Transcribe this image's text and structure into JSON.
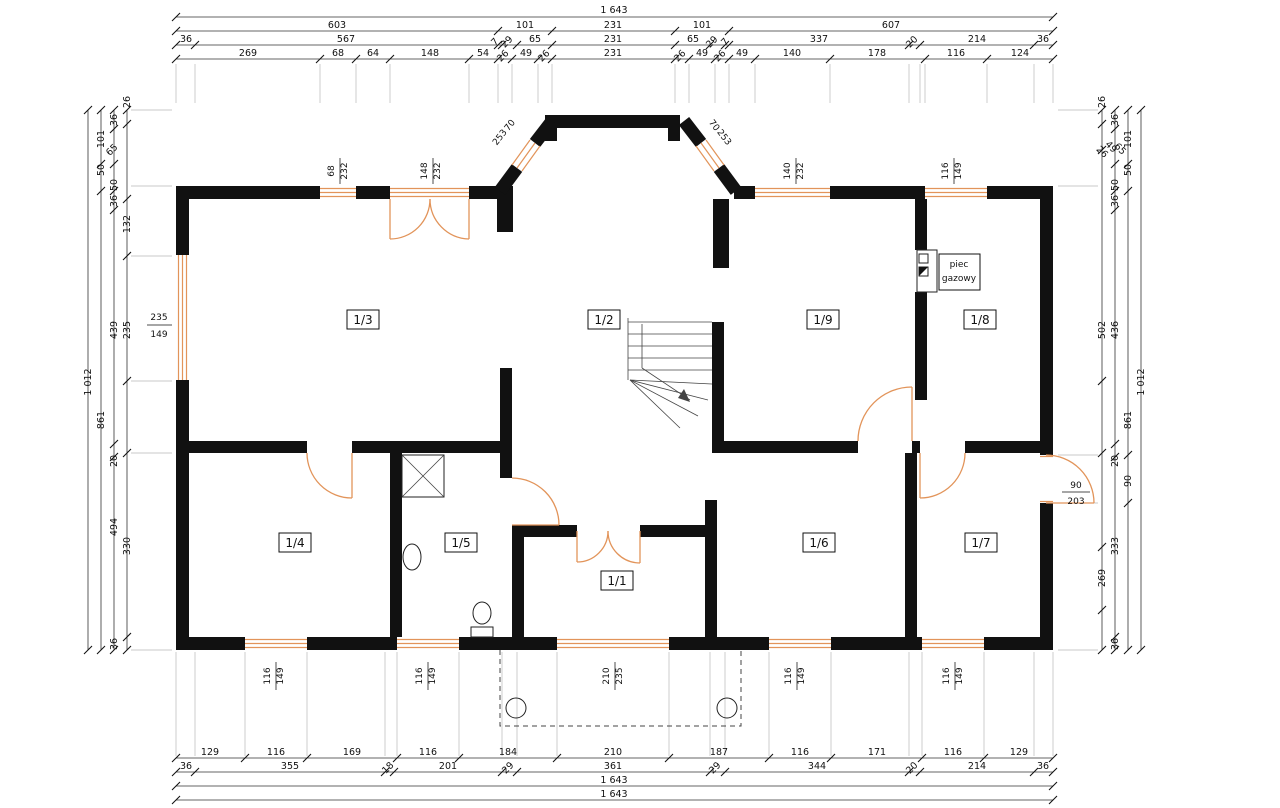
{
  "rooms": [
    "1/3",
    "1/2",
    "1/9",
    "1/8",
    "1/4",
    "1/5",
    "1/1",
    "1/6",
    "1/7"
  ],
  "furnace": {
    "line1": "piec",
    "line2": "gazowy"
  },
  "dims": {
    "top1": [
      "1 643"
    ],
    "top2": [
      "603",
      "101",
      "231",
      "101",
      "607"
    ],
    "top3": [
      "36",
      "567",
      "7",
      "29",
      "65",
      "231",
      "65",
      "29",
      "7",
      "337",
      "20",
      "214",
      "36"
    ],
    "top4": [
      "269",
      "68",
      "64",
      "148",
      "54",
      "26",
      "49",
      "26",
      "231",
      "26",
      "49",
      "26",
      "49",
      "140",
      "178",
      "116",
      "124"
    ],
    "bot1": [
      "129",
      "116",
      "169",
      "116",
      "184",
      "210",
      "187",
      "116",
      "171",
      "116",
      "129"
    ],
    "bot2": [
      "36",
      "355",
      "18",
      "201",
      "29",
      "361",
      "29",
      "344",
      "20",
      "214",
      "36"
    ],
    "bot3": [
      "1 643"
    ],
    "bot4": [
      "1 643"
    ],
    "left": [
      "26",
      "36",
      "65",
      "101",
      "50",
      "50",
      "36",
      "132",
      "439",
      "235",
      "861",
      "1 012",
      "20",
      "494",
      "330",
      "36"
    ],
    "right": [
      "26",
      "36",
      "26",
      "49",
      "65",
      "101",
      "50",
      "50",
      "36",
      "502",
      "436",
      "861",
      "1 012",
      "20",
      "90",
      "333",
      "269",
      "36"
    ],
    "win_top_68": [
      "68",
      "232"
    ],
    "win_top_148": [
      "148",
      "232"
    ],
    "win_bay_left": [
      "70",
      "253"
    ],
    "win_bay_right": [
      "70",
      "253"
    ],
    "win_top_140": [
      "140",
      "232"
    ],
    "win_top_116": [
      "116",
      "149"
    ],
    "win_left_235": [
      "235",
      "149"
    ],
    "door_right_90": [
      "90",
      "203"
    ],
    "win_bot_1": [
      "116",
      "149"
    ],
    "win_bot_2": [
      "116",
      "149"
    ],
    "door_bot_210": [
      "210",
      "235"
    ],
    "win_bot_3": [
      "116",
      "149"
    ],
    "win_bot_4": [
      "116",
      "149"
    ]
  }
}
